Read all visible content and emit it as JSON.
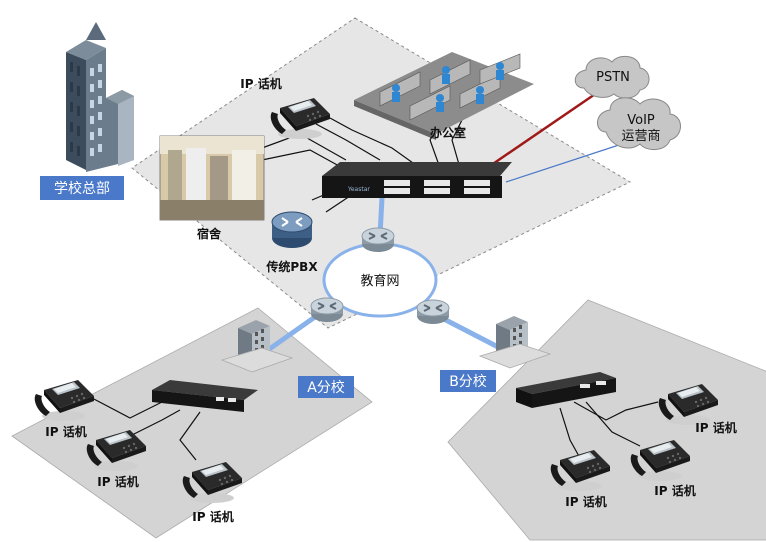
{
  "labels": {
    "hq": "学校总部",
    "ip_phone": "IP 话机",
    "office": "办公室",
    "dorm": "宿舍",
    "legacy_pbx": "传统PBX",
    "edu_net": "教育网",
    "pstn": "PSTN",
    "voip_line1": "VoIP",
    "voip_line2": "运营商",
    "branch_a": "A分校",
    "branch_b": "B分校",
    "pbx_brand": "Yeastar"
  },
  "colors": {
    "tag_blue": "#4a79c9",
    "zone_fill": "#d4d4d4",
    "hq_zone_fill": "#e6e6e6",
    "pstn_line": "#a01818",
    "voip_line": "#4a79c9",
    "wan_link": "#8ab2ea"
  }
}
